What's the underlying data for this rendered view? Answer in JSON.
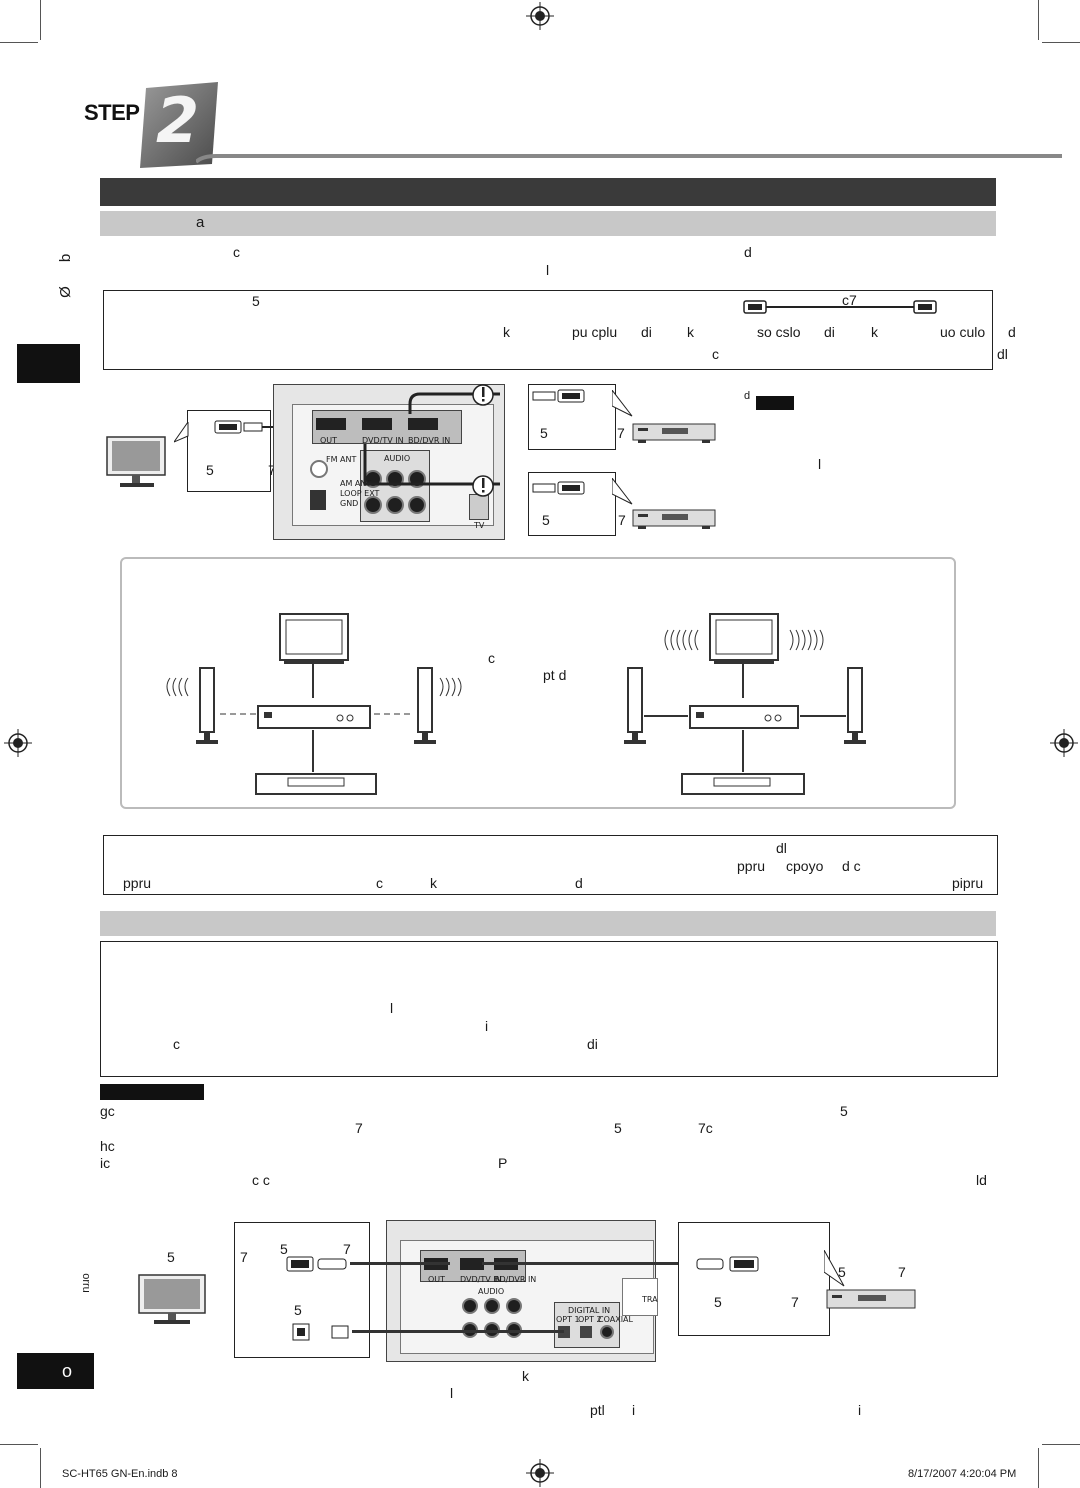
{
  "step": {
    "label": "STEP",
    "number": "2"
  },
  "section": {
    "subheading": "a",
    "intro_line1_a": "c",
    "intro_line1_b": "d",
    "intro_line2": "l"
  },
  "side_tab": {
    "mark_a": "b",
    "mark_b": "Ø"
  },
  "note_box": {
    "num_5": "5",
    "cable_label": "c7",
    "row2": [
      "k",
      "pu cplu",
      "di",
      "k",
      "so cslo",
      "di",
      "k",
      "uo culo",
      "d"
    ],
    "row3_a": "c",
    "row3_b": "dl"
  },
  "diagram1": {
    "tv_callout_5": "5",
    "tv_callout_7": "7",
    "top_callout_5": "5",
    "top_callout_7": "7",
    "bottom_callout_5": "5",
    "bottom_callout_7": "7",
    "right_d": "d",
    "right_l": "l",
    "panel_labels": [
      "OUT",
      "DVD/TV IN",
      "BD/DVR IN",
      "AUDIO",
      "FM ANT",
      "AM ANT",
      "LOOP EXT",
      "GND",
      "TV"
    ]
  },
  "illustration": {
    "center_c": "c",
    "center_ptd": "pt d"
  },
  "info_box": {
    "row1": "dl",
    "row2": [
      "ppru",
      "cpoyo",
      "d c"
    ],
    "row3": [
      "ppru",
      "c",
      "k",
      "d",
      "pipru"
    ]
  },
  "section2": {
    "box_line1": "l",
    "box_line2": "i",
    "box_line3_a": "c",
    "box_line3_b": "di",
    "list": [
      {
        "key": "gc",
        "extra": [
          "5"
        ]
      },
      {
        "key": "",
        "extra": [
          "7",
          "5",
          "7c"
        ]
      },
      {
        "key": "hc",
        "extra": []
      },
      {
        "key": "ic",
        "extra": [
          "P"
        ]
      },
      {
        "key": "",
        "extra": [
          "c c",
          "ld"
        ]
      }
    ]
  },
  "diagram2": {
    "left_callout": [
      "5",
      "7",
      "5",
      "7",
      "5"
    ],
    "right_callout": [
      "5",
      "7",
      "5",
      "7"
    ],
    "side_text": "orru",
    "panel_labels": [
      "OUT",
      "DVD/TV IN",
      "BD/DVR IN",
      "AUDIO",
      "DIGITAL IN",
      "OPT 1",
      "OPT 2",
      "COAXIAL",
      "TRA"
    ]
  },
  "bottom_notes": {
    "a": "k",
    "b": "l",
    "c_1": "ptl",
    "c_2": "i",
    "c_3": "i"
  },
  "page_tab": "o",
  "footer": {
    "left": "SC-HT65 GN-En.indb   8",
    "right": "8/17/2007   4:20:04 PM"
  }
}
